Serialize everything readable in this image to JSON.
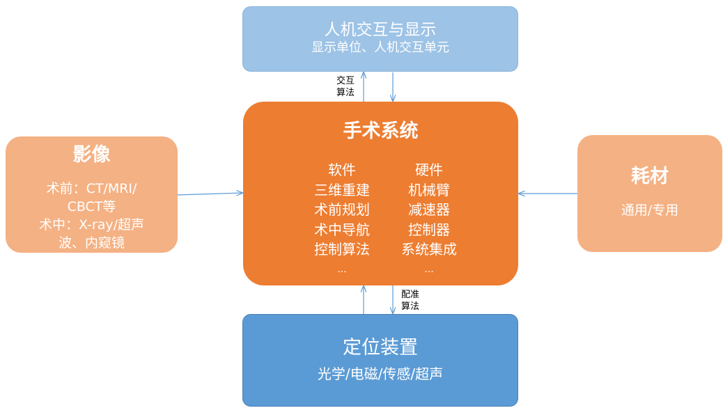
{
  "top_box": {
    "title": "人机交互与显示",
    "subtitle": "显示单位、人机交互单元"
  },
  "center_box": {
    "title": "手术系统",
    "left_column": [
      "软件",
      "三维重建",
      "术前规划",
      "术中导航",
      "控制算法",
      "..."
    ],
    "right_column": [
      "硬件",
      "机械臂",
      "减速器",
      "控制器",
      "系统集成",
      "..."
    ]
  },
  "left_box": {
    "title": "影像",
    "lines": [
      "术前：CT/MRI/",
      "CBCT等",
      "术中：X-ray/超声",
      "波、内窥镜"
    ]
  },
  "right_box": {
    "title": "耗材",
    "subtitle": "通用/专用"
  },
  "bottom_box": {
    "title": "定位装置",
    "subtitle": "光学/电磁/传感/超声"
  },
  "edge_labels": {
    "top": [
      "交互",
      "算法"
    ],
    "bottom": [
      "配准",
      "算法"
    ]
  },
  "colors": {
    "center": "#ed7d31",
    "side": "#f4b183",
    "top": "#9dc3e6",
    "bottom": "#5b9bd5",
    "arrow": "#5b9bd5"
  }
}
